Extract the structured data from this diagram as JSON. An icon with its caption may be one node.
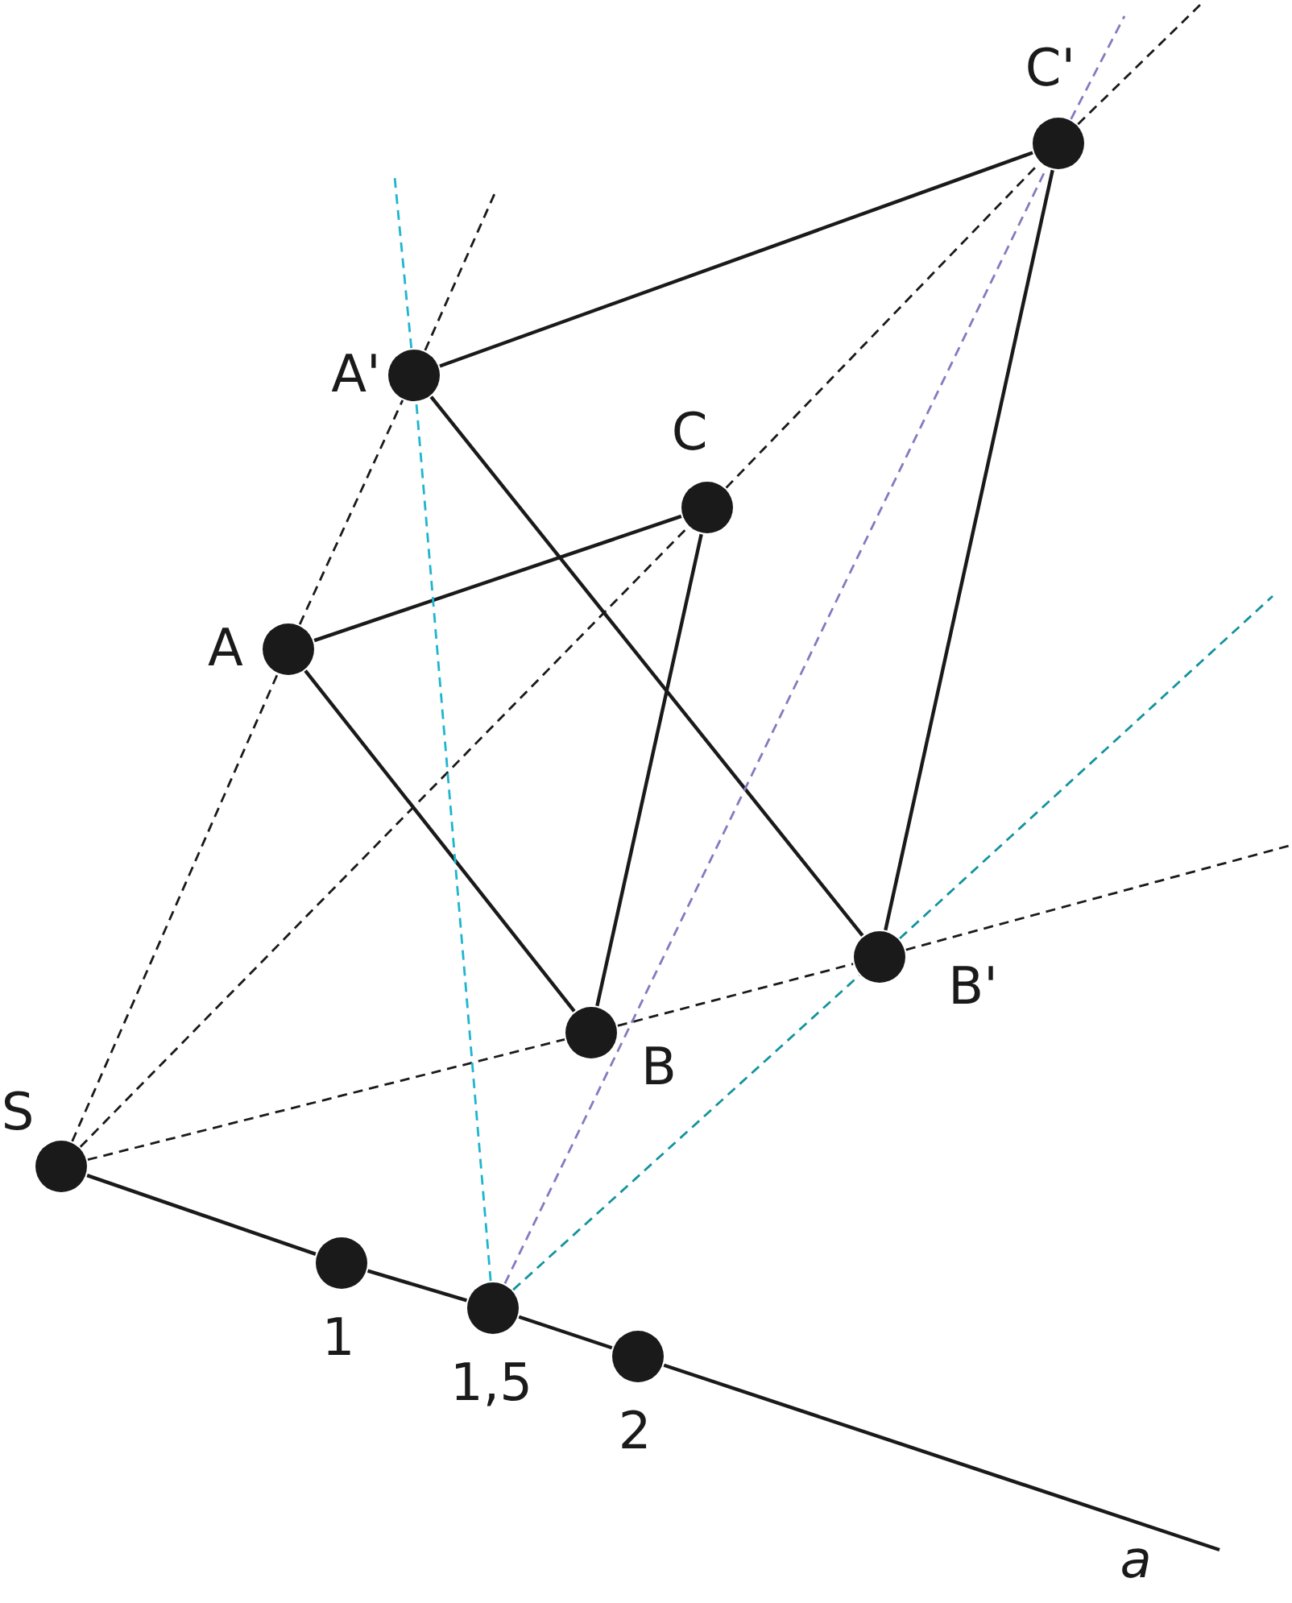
{
  "diagram": {
    "nodes": [
      {
        "text": [
          "C'"
        ]
      },
      {
        "text": [
          "A'"
        ]
      },
      {
        "text": [
          "C"
        ]
      },
      {
        "text": [
          "A"
        ]
      },
      {
        "text": [
          "B'"
        ]
      },
      {
        "text": [
          "B"
        ]
      },
      {
        "text": [
          "S"
        ]
      },
      {
        "text": [
          "1"
        ]
      },
      {
        "text": [
          "1,5"
        ]
      },
      {
        "text": [
          "2"
        ]
      }
    ],
    "edges": [
      {
        "from": 3,
        "to": 5,
        "arrow": "none"
      },
      {
        "from": 5,
        "to": 2,
        "arrow": "none"
      },
      {
        "from": 2,
        "to": 3,
        "arrow": "none"
      },
      {
        "from": 1,
        "to": 4,
        "arrow": "none"
      },
      {
        "from": 4,
        "to": 0,
        "arrow": "none"
      },
      {
        "from": 0,
        "to": 1,
        "arrow": "none"
      },
      {
        "from": 6,
        "to": 7,
        "arrow": "none"
      },
      {
        "from": 7,
        "to": 8,
        "arrow": "none"
      },
      {
        "from": 8,
        "to": 9,
        "arrow": "none"
      },
      {
        "from": 9,
        "to": null,
        "arrow": "none",
        "label": "a"
      },
      {
        "from": 6,
        "to": 3,
        "arrow": "none",
        "style": "dashed"
      },
      {
        "from": 3,
        "to": 1,
        "arrow": "none",
        "style": "dashed"
      },
      {
        "from": 1,
        "to": null,
        "arrow": "none",
        "style": "dashed"
      },
      {
        "from": 6,
        "to": 2,
        "arrow": "none",
        "style": "dashed"
      },
      {
        "from": 2,
        "to": 0,
        "arrow": "none",
        "style": "dashed"
      },
      {
        "from": 0,
        "to": null,
        "arrow": "none",
        "style": "dashed"
      },
      {
        "from": 6,
        "to": 5,
        "arrow": "none",
        "style": "dashed"
      },
      {
        "from": 5,
        "to": 4,
        "arrow": "none",
        "style": "dashed"
      },
      {
        "from": 4,
        "to": null,
        "arrow": "none",
        "style": "dashed"
      },
      {
        "from": 8,
        "to": 1,
        "arrow": "none",
        "style": "dashed",
        "color": "#1eb5cf"
      },
      {
        "from": 1,
        "to": null,
        "arrow": "none",
        "style": "dashed",
        "color": "#1eb5cf"
      },
      {
        "from": 8,
        "to": 0,
        "arrow": "none",
        "style": "dashed",
        "color": "#8878c0"
      },
      {
        "from": 0,
        "to": null,
        "arrow": "none",
        "style": "dashed",
        "color": "#8878c0"
      },
      {
        "from": 8,
        "to": 4,
        "arrow": "none",
        "style": "dashed",
        "color": "#14939e"
      },
      {
        "from": 4,
        "to": null,
        "arrow": "none",
        "style": "dashed",
        "color": "#14939e"
      }
    ]
  }
}
